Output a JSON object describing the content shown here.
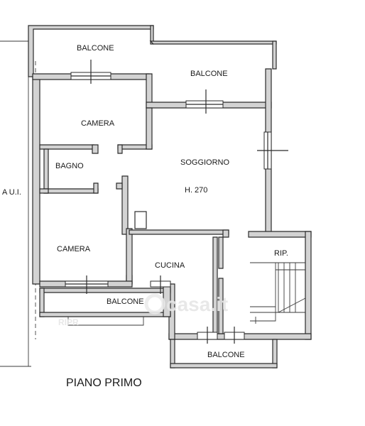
{
  "plan": {
    "title": "PIANO PRIMO",
    "side_label": "A U.I.",
    "watermark": "casa.it",
    "watermark_sub": "RIPR",
    "rooms": {
      "balcone_top_left": "BALCONE",
      "balcone_top_right": "BALCONE",
      "camera_top": "CAMERA",
      "bagno": "BAGNO",
      "soggiorno": "SOGGIORNO",
      "height": "H. 270",
      "camera_bottom": "CAMERA",
      "cucina": "CUCINA",
      "rip": "RIP.",
      "balcone_bottom_left": "BALCONE",
      "balcone_bottom_right": "BALCONE"
    }
  }
}
